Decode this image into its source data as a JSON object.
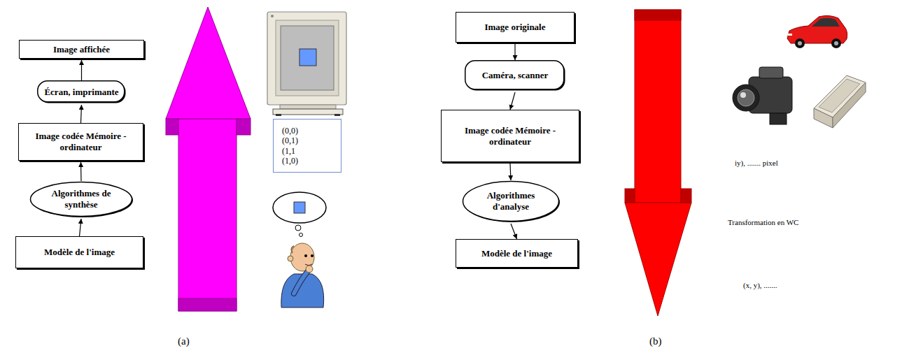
{
  "diagram": {
    "nodes": [
      {
        "text": [
          "Image affichée"
        ]
      },
      {
        "text": [
          "Écran, imprimante"
        ]
      },
      {
        "text": [
          "Image codée Mémoire - ordinateur"
        ]
      },
      {
        "text": [
          "Algorithmes de synthèse"
        ]
      },
      {
        "text": [
          "Modèle de l'image"
        ]
      },
      {
        "text": [
          "(0,0) (0,1) (1,1 (1,0)"
        ]
      },
      {
        "text": [
          "Image originale"
        ]
      },
      {
        "text": [
          "Caméra, scanner"
        ]
      },
      {
        "text": [
          "Image codée Mémoire - ordinateur"
        ]
      },
      {
        "text": [
          "Algorithmes d'analyse"
        ]
      },
      {
        "text": [
          "Modèle de l'image"
        ]
      }
    ],
    "edges": [
      {
        "from": 4,
        "to": 3,
        "arrow": "to"
      },
      {
        "from": 3,
        "to": 2,
        "arrow": "to"
      },
      {
        "from": 2,
        "to": 1,
        "arrow": "to"
      },
      {
        "from": 1,
        "to": 0,
        "arrow": "to"
      },
      {
        "from": 6,
        "to": 7,
        "arrow": "to"
      },
      {
        "from": 7,
        "to": 8,
        "arrow": "to"
      },
      {
        "from": 8,
        "to": 9,
        "arrow": "to"
      },
      {
        "from": 9,
        "to": 10,
        "arrow": "to"
      }
    ],
    "labels": [
      "iy), ....... pixel",
      "Transformation en WC",
      "(x, y), .......",
      "(a)",
      "(b)"
    ]
  }
}
